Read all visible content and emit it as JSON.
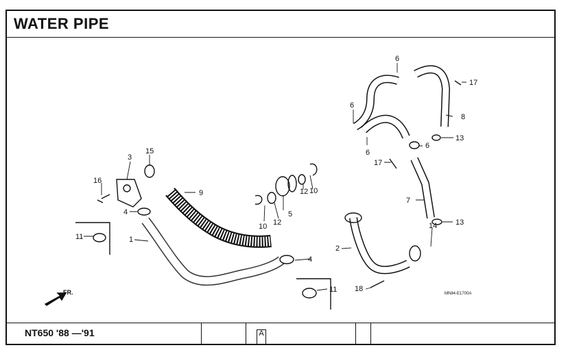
{
  "title": "WATER PIPE",
  "footer": {
    "model": "NT650 '88 —'91",
    "section_letter": "A"
  },
  "figure_code": "MN84-E1700A",
  "front_label": "FR.",
  "callouts": [
    "1",
    "2",
    "3",
    "4",
    "4",
    "5",
    "6",
    "6",
    "6",
    "6",
    "7",
    "8",
    "9",
    "10",
    "10",
    "11",
    "11",
    "12",
    "12",
    "13",
    "13",
    "14",
    "15",
    "16",
    "17",
    "17",
    "18"
  ]
}
